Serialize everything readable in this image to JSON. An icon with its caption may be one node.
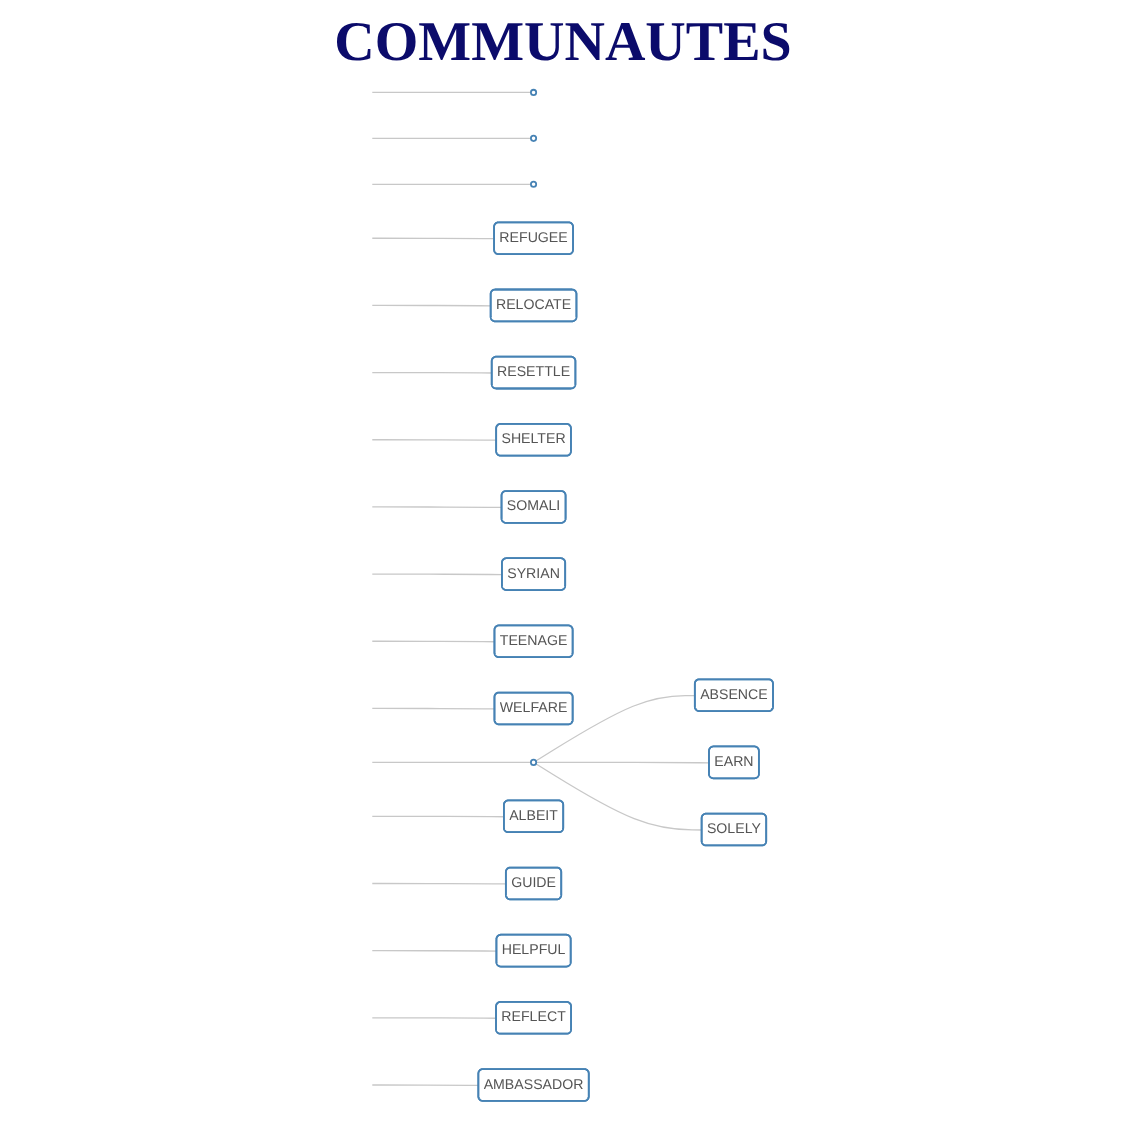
{
  "diagram": {
    "title": "COMMUNAUTES",
    "nodes": [
      {
        "text": [],
        "shape": "circle"
      },
      {
        "text": [],
        "shape": "circle"
      },
      {
        "text": [],
        "shape": "circle"
      },
      {
        "text": [
          "REFUGEE"
        ]
      },
      {
        "text": [
          "RELOCATE"
        ]
      },
      {
        "text": [
          "RESETTLE"
        ]
      },
      {
        "text": [
          "SHELTER"
        ]
      },
      {
        "text": [
          "SOMALI"
        ]
      },
      {
        "text": [
          "SYRIAN"
        ]
      },
      {
        "text": [
          "TEENAGE"
        ]
      },
      {
        "text": [
          "WELFARE"
        ]
      },
      {
        "text": [
          "ABSENCE"
        ]
      },
      {
        "text": [
          "EARN"
        ]
      },
      {
        "text": [
          "SOLELY"
        ]
      },
      {
        "text": [],
        "shape": "circle"
      },
      {
        "text": [
          "ALBEIT"
        ]
      },
      {
        "text": [
          "GUIDE"
        ]
      },
      {
        "text": [
          "HELPFUL"
        ]
      },
      {
        "text": [
          "REFLECT"
        ]
      },
      {
        "text": [
          "AMBASSADOR"
        ]
      }
    ],
    "edges": [
      {
        "from": null,
        "to": 0,
        "arrow": "none"
      },
      {
        "from": null,
        "to": 1,
        "arrow": "none"
      },
      {
        "from": null,
        "to": 2,
        "arrow": "none"
      },
      {
        "from": null,
        "to": 3,
        "arrow": "none"
      },
      {
        "from": null,
        "to": 4,
        "arrow": "none"
      },
      {
        "from": null,
        "to": 5,
        "arrow": "none"
      },
      {
        "from": null,
        "to": 6,
        "arrow": "none"
      },
      {
        "from": null,
        "to": 7,
        "arrow": "none"
      },
      {
        "from": null,
        "to": 8,
        "arrow": "none"
      },
      {
        "from": null,
        "to": 9,
        "arrow": "none"
      },
      {
        "from": null,
        "to": 10,
        "arrow": "none"
      },
      {
        "from": 14,
        "to": 11,
        "arrow": "none"
      },
      {
        "from": 14,
        "to": 12,
        "arrow": "none"
      },
      {
        "from": 14,
        "to": 13,
        "arrow": "none"
      },
      {
        "from": null,
        "to": 14,
        "arrow": "none"
      },
      {
        "from": null,
        "to": 15,
        "arrow": "none"
      },
      {
        "from": null,
        "to": 16,
        "arrow": "none"
      },
      {
        "from": null,
        "to": 17,
        "arrow": "none"
      },
      {
        "from": null,
        "to": 18,
        "arrow": "none"
      },
      {
        "from": null,
        "to": 19,
        "arrow": "none"
      }
    ]
  }
}
